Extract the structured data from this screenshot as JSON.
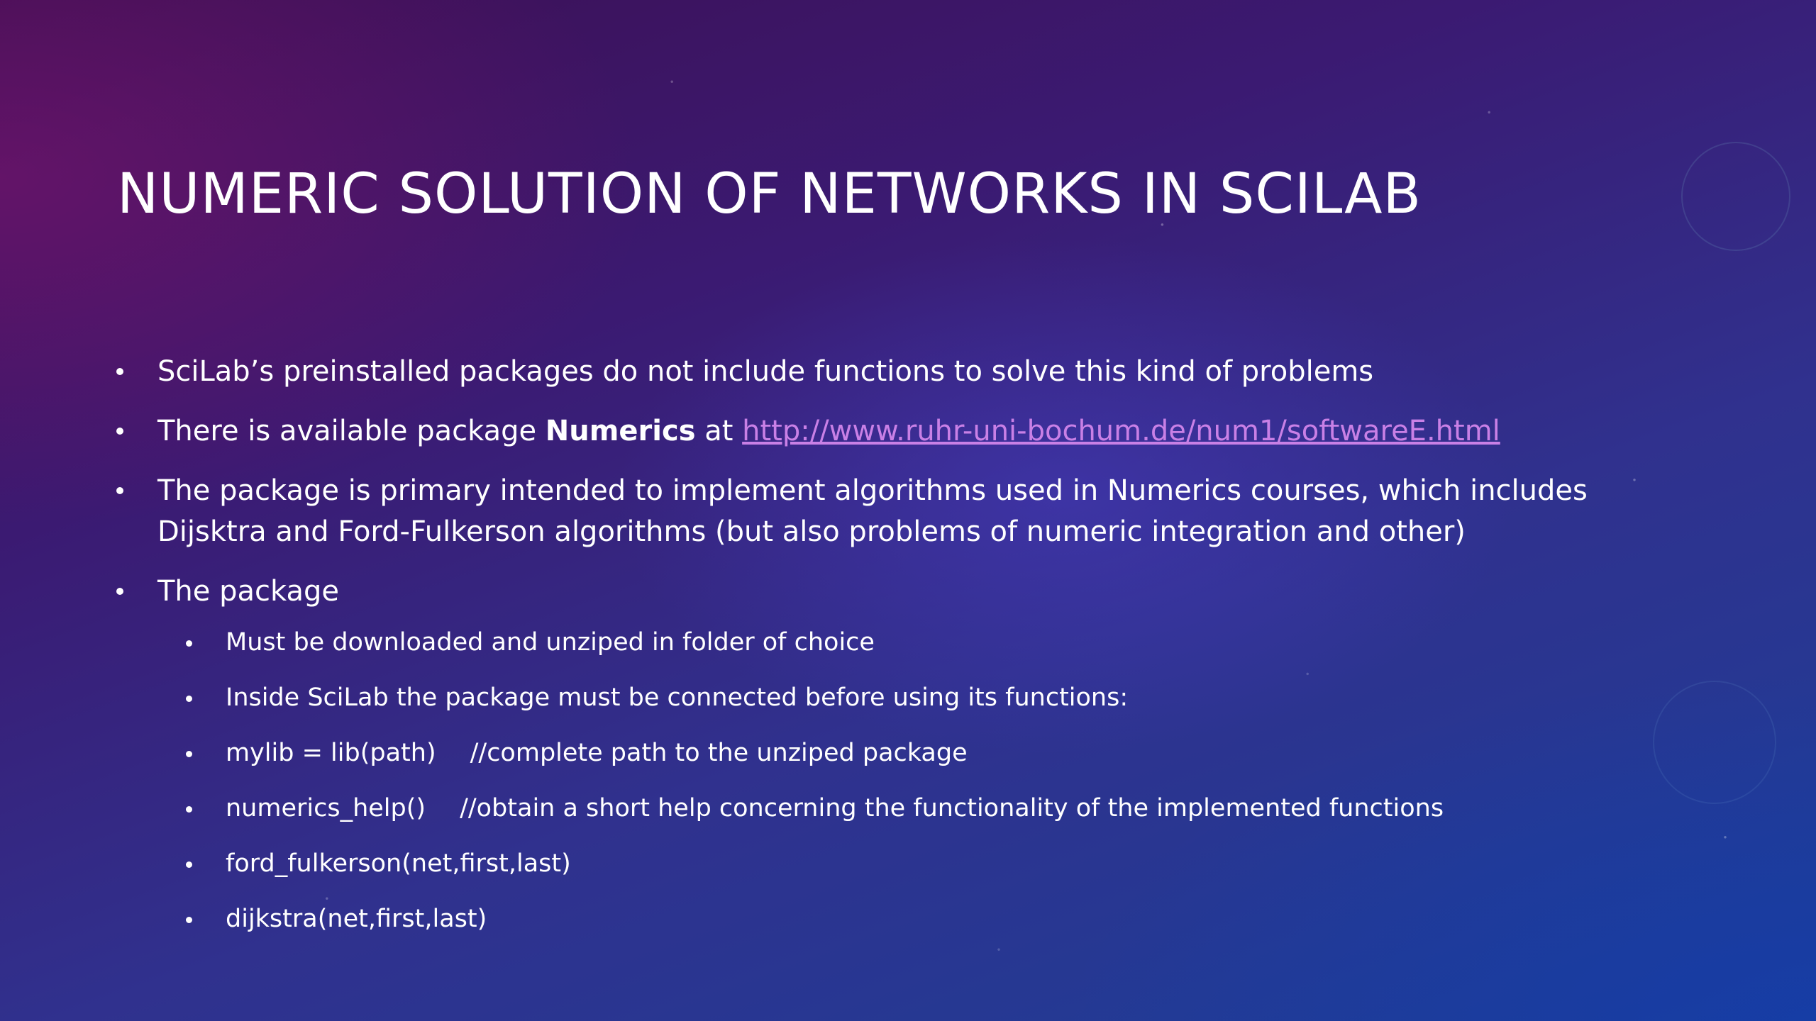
{
  "slide": {
    "title": "NUMERIC SOLUTION OF NETWORKS IN SCILAB",
    "bullets": {
      "b1": "SciLab’s preinstalled packages do not include functions to solve this kind of problems",
      "b2_prefix": "There is available package ",
      "b2_bold": "Numerics",
      "b2_mid": " at ",
      "b2_link": "http://www.ruhr-uni-bochum.de/num1/softwareE.html",
      "b3_line1": "The package is primary intended to implement algorithms used in Numerics courses, which includes",
      "b3_line2": "Dijsktra and Ford-Fulkerson algorithms (but also problems of numeric integration and other)",
      "b4": "The package"
    },
    "sub_bullets": {
      "s1": "Must be downloaded and unziped in folder of choice",
      "s2": "Inside SciLab the package must be connected before using its functions:",
      "s3_code": "mylib = lib(path)",
      "s3_comment": "//complete path to the unziped package",
      "s4_code": "numerics_help()",
      "s4_comment": "//obtain a short help concerning the functionality of the implemented functions",
      "s5": "ford_fulkerson(net,first,last)",
      "s6": "dijkstra(net,first,last)"
    }
  },
  "colors": {
    "link": "#c980e6",
    "text": "#ffffff",
    "bg_top": "#3d0f52",
    "bg_bottom": "#1c3f97"
  }
}
